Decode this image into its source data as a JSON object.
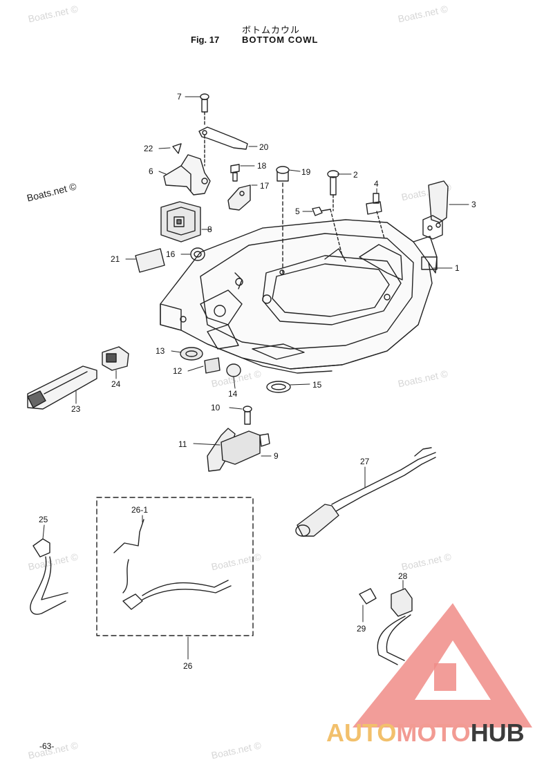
{
  "header": {
    "title_jp": "ボトムカウル",
    "fig_label": "Fig. 17",
    "title": "BOTTOM COWL"
  },
  "page_number": "-63-",
  "watermark": "Boats.net ©",
  "logo": {
    "part1": "AUTO",
    "part2": "MOTO",
    "part3": "HUB",
    "colors": {
      "auto": "#f2c06c",
      "moto": "#f29b93",
      "hub": "#3c3c3c",
      "triangle": "#ef7d78"
    }
  },
  "callouts": {
    "c1": "1",
    "c2": "2",
    "c3": "3",
    "c4": "4",
    "c5": "5",
    "c6": "6",
    "c7": "7",
    "c8": "8",
    "c9": "9",
    "c10": "10",
    "c11": "11",
    "c12": "12",
    "c13": "13",
    "c14": "14",
    "c15": "15",
    "c16": "16",
    "c17": "17",
    "c18": "18",
    "c19": "19",
    "c20": "20",
    "c21": "21",
    "c22": "22",
    "c23": "23",
    "c24": "24",
    "c25": "25",
    "c26": "26",
    "c26_1": "26-1",
    "c27": "27",
    "c28": "28",
    "c29": "29"
  }
}
